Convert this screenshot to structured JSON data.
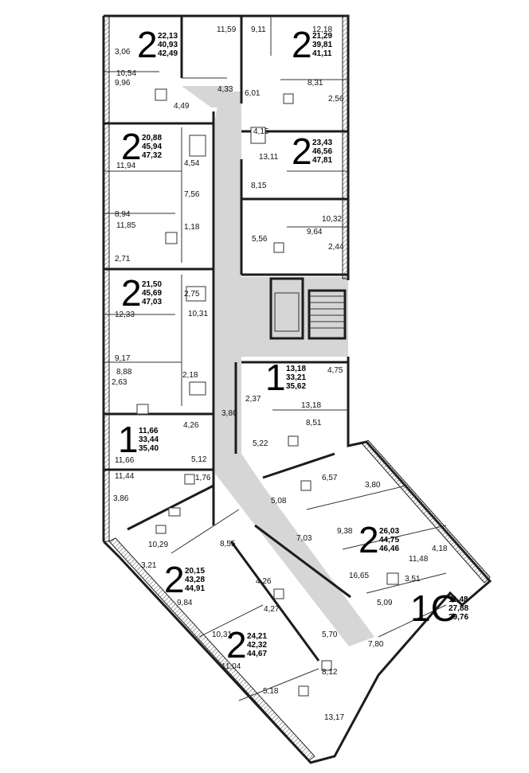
{
  "apartments": [
    {
      "rooms": "2",
      "areas": [
        "22,13",
        "40,93",
        "42,49"
      ]
    },
    {
      "rooms": "2",
      "areas": [
        "21,29",
        "39,81",
        "41,11"
      ]
    },
    {
      "rooms": "2",
      "areas": [
        "20,88",
        "45,94",
        "47,32"
      ]
    },
    {
      "rooms": "2",
      "areas": [
        "23,43",
        "46,56",
        "47,81"
      ]
    },
    {
      "rooms": "2",
      "areas": [
        "21,50",
        "45,69",
        "47,03"
      ]
    },
    {
      "rooms": "1",
      "areas": [
        "13,18",
        "33,21",
        "35,62"
      ]
    },
    {
      "rooms": "1",
      "areas": [
        "11,66",
        "33,44",
        "35,40"
      ]
    },
    {
      "rooms": "2",
      "areas": [
        "26,03",
        "44,75",
        "46,46"
      ]
    },
    {
      "rooms": "2",
      "areas": [
        "20,15",
        "43,28",
        "44,91"
      ]
    },
    {
      "rooms": "1С",
      "areas": [
        "11,48",
        "27,88",
        "29,76"
      ]
    },
    {
      "rooms": "2",
      "areas": [
        "24,21",
        "42,32",
        "44,67"
      ]
    }
  ],
  "room_areas": [
    "11,59",
    "9,11",
    "12,18",
    "3,06",
    "10,54",
    "9,96",
    "8,31",
    "4,33",
    "6,01",
    "2,56",
    "4,49",
    "4,15",
    "13,11",
    "11,94",
    "4,54",
    "8,15",
    "7,56",
    "8,94",
    "10,32",
    "11,85",
    "1,18",
    "5,56",
    "9,64",
    "2,44",
    "2,71",
    "2,75",
    "10,31",
    "12,33",
    "9,17",
    "8,88",
    "2,18",
    "4,75",
    "2,63",
    "2,37",
    "3,86",
    "13,18",
    "4,26",
    "8,51",
    "5,22",
    "5,12",
    "11,66",
    "11,44",
    "1,76",
    "6,57",
    "3,80",
    "3,86",
    "5,08",
    "9,38",
    "7,03",
    "10,29",
    "8,55",
    "3,21",
    "4,26",
    "16,65",
    "4,18",
    "11,48",
    "3,51",
    "5,09",
    "9,84",
    "4,27",
    "5,70",
    "10,31",
    "7,80",
    "11,04",
    "8,12",
    "5,18",
    "13,17"
  ]
}
